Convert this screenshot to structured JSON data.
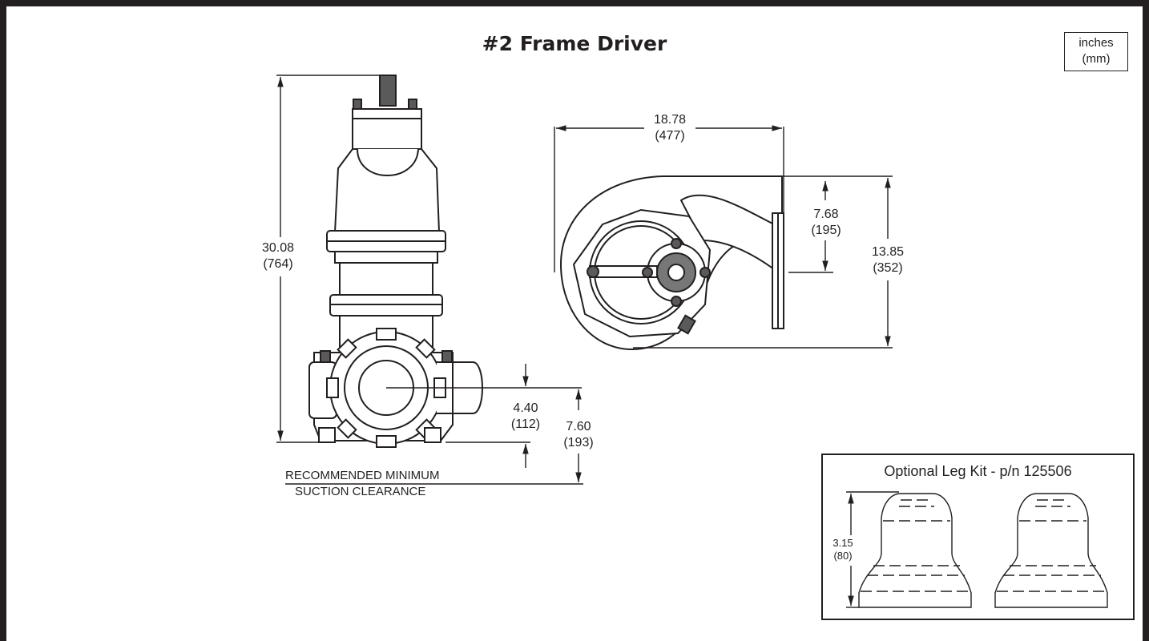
{
  "title": "#2 Frame Driver",
  "units": {
    "primary": "inches",
    "secondary": "(mm)"
  },
  "dimensions": {
    "overall_height": {
      "in": "30.08",
      "mm": "(764)"
    },
    "width": {
      "in": "18.78",
      "mm": "(477)"
    },
    "discharge_offset": {
      "in": "7.68",
      "mm": "(195)"
    },
    "depth": {
      "in": "13.85",
      "mm": "(352)"
    },
    "suction_centerline": {
      "in": "4.40",
      "mm": "(112)"
    },
    "suction_clearance": {
      "in": "7.60",
      "mm": "(193)"
    }
  },
  "note": {
    "line1": "RECOMMENDED MINIMUM",
    "line2": "SUCTION CLEARANCE"
  },
  "leg_kit": {
    "title": "Optional Leg Kit - p/n 125506",
    "height": {
      "in": "3.15",
      "mm": "(80)"
    }
  },
  "colors": {
    "line": "#231f20",
    "fill_dark": "#4a4a4a",
    "fill_light": "#ffffff"
  }
}
